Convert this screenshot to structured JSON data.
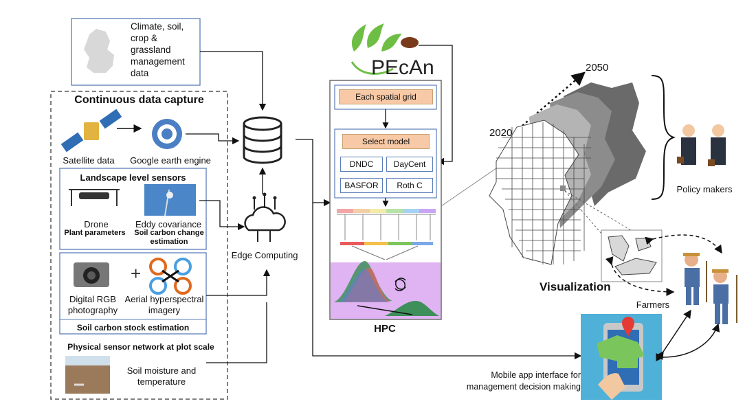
{
  "climate_box": {
    "text": "Climate, soil,\ncrop &\ngrassland\nmanagement\ndata"
  },
  "continuous": {
    "title": "Continuous data capture",
    "satellite_label": "Satellite data",
    "gee_label": "Google earth engine",
    "landscape_title": "Landscape level sensors",
    "drone_label": "Drone",
    "drone_sub": "Plant parameters",
    "eddy_label": "Eddy covariance",
    "eddy_sub": "Soil carbon change estimation",
    "rgb_label": "Digital RGB photography",
    "hyper_label": "Aerial hyperspectral imagery",
    "soil_stock": "Soil carbon stock estimation",
    "physical_title": "Physical sensor network at plot scale",
    "soil_moisture": "Soil moisture and temperature"
  },
  "edge_label": "Edge Computing",
  "pecan": {
    "logo": "PEcAn",
    "grid_label": "Each spatial grid",
    "select_label": "Select model",
    "models": [
      "DNDC",
      "DayCent",
      "BASFOR",
      "Roth C"
    ],
    "hpc_label": "HPC"
  },
  "map": {
    "year_start": "2020",
    "year_end": "2050",
    "visualization": "Visualization"
  },
  "policy_label": "Policy makers",
  "farmers_label": "Farmers",
  "mobile_label": "Mobile app interface for management decision making",
  "colors": {
    "accent_blue": "#5b7db8",
    "orange": "#f8c9a6",
    "purple": "#e0b3f3",
    "green": "#7bc65c"
  }
}
